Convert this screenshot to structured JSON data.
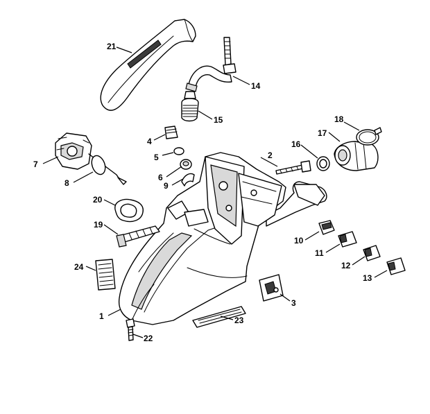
{
  "callouts": [
    {
      "id": "c1",
      "label": "1"
    },
    {
      "id": "c3",
      "label": "3"
    },
    {
      "id": "c4",
      "label": "4"
    },
    {
      "id": "c5",
      "label": "5"
    },
    {
      "id": "c6",
      "label": "6"
    },
    {
      "id": "c7",
      "label": "7"
    },
    {
      "id": "c8",
      "label": "8"
    },
    {
      "id": "c9",
      "label": "9"
    },
    {
      "id": "c10",
      "label": "10"
    },
    {
      "id": "c11",
      "label": "11"
    },
    {
      "id": "c12",
      "label": "12"
    },
    {
      "id": "c13",
      "label": "13"
    },
    {
      "id": "c14",
      "label": "14"
    },
    {
      "id": "c15",
      "label": "15"
    },
    {
      "id": "c16",
      "label": "16"
    },
    {
      "id": "c17",
      "label": "17"
    },
    {
      "id": "c18",
      "label": "18"
    },
    {
      "id": "c19",
      "label": "19"
    },
    {
      "id": "c2",
      "label": "2"
    },
    {
      "id": "c20",
      "label": "20"
    },
    {
      "id": "c21",
      "label": "21"
    },
    {
      "id": "c22",
      "label": "22"
    },
    {
      "id": "c23",
      "label": "23"
    },
    {
      "id": "c24",
      "label": "24"
    }
  ]
}
